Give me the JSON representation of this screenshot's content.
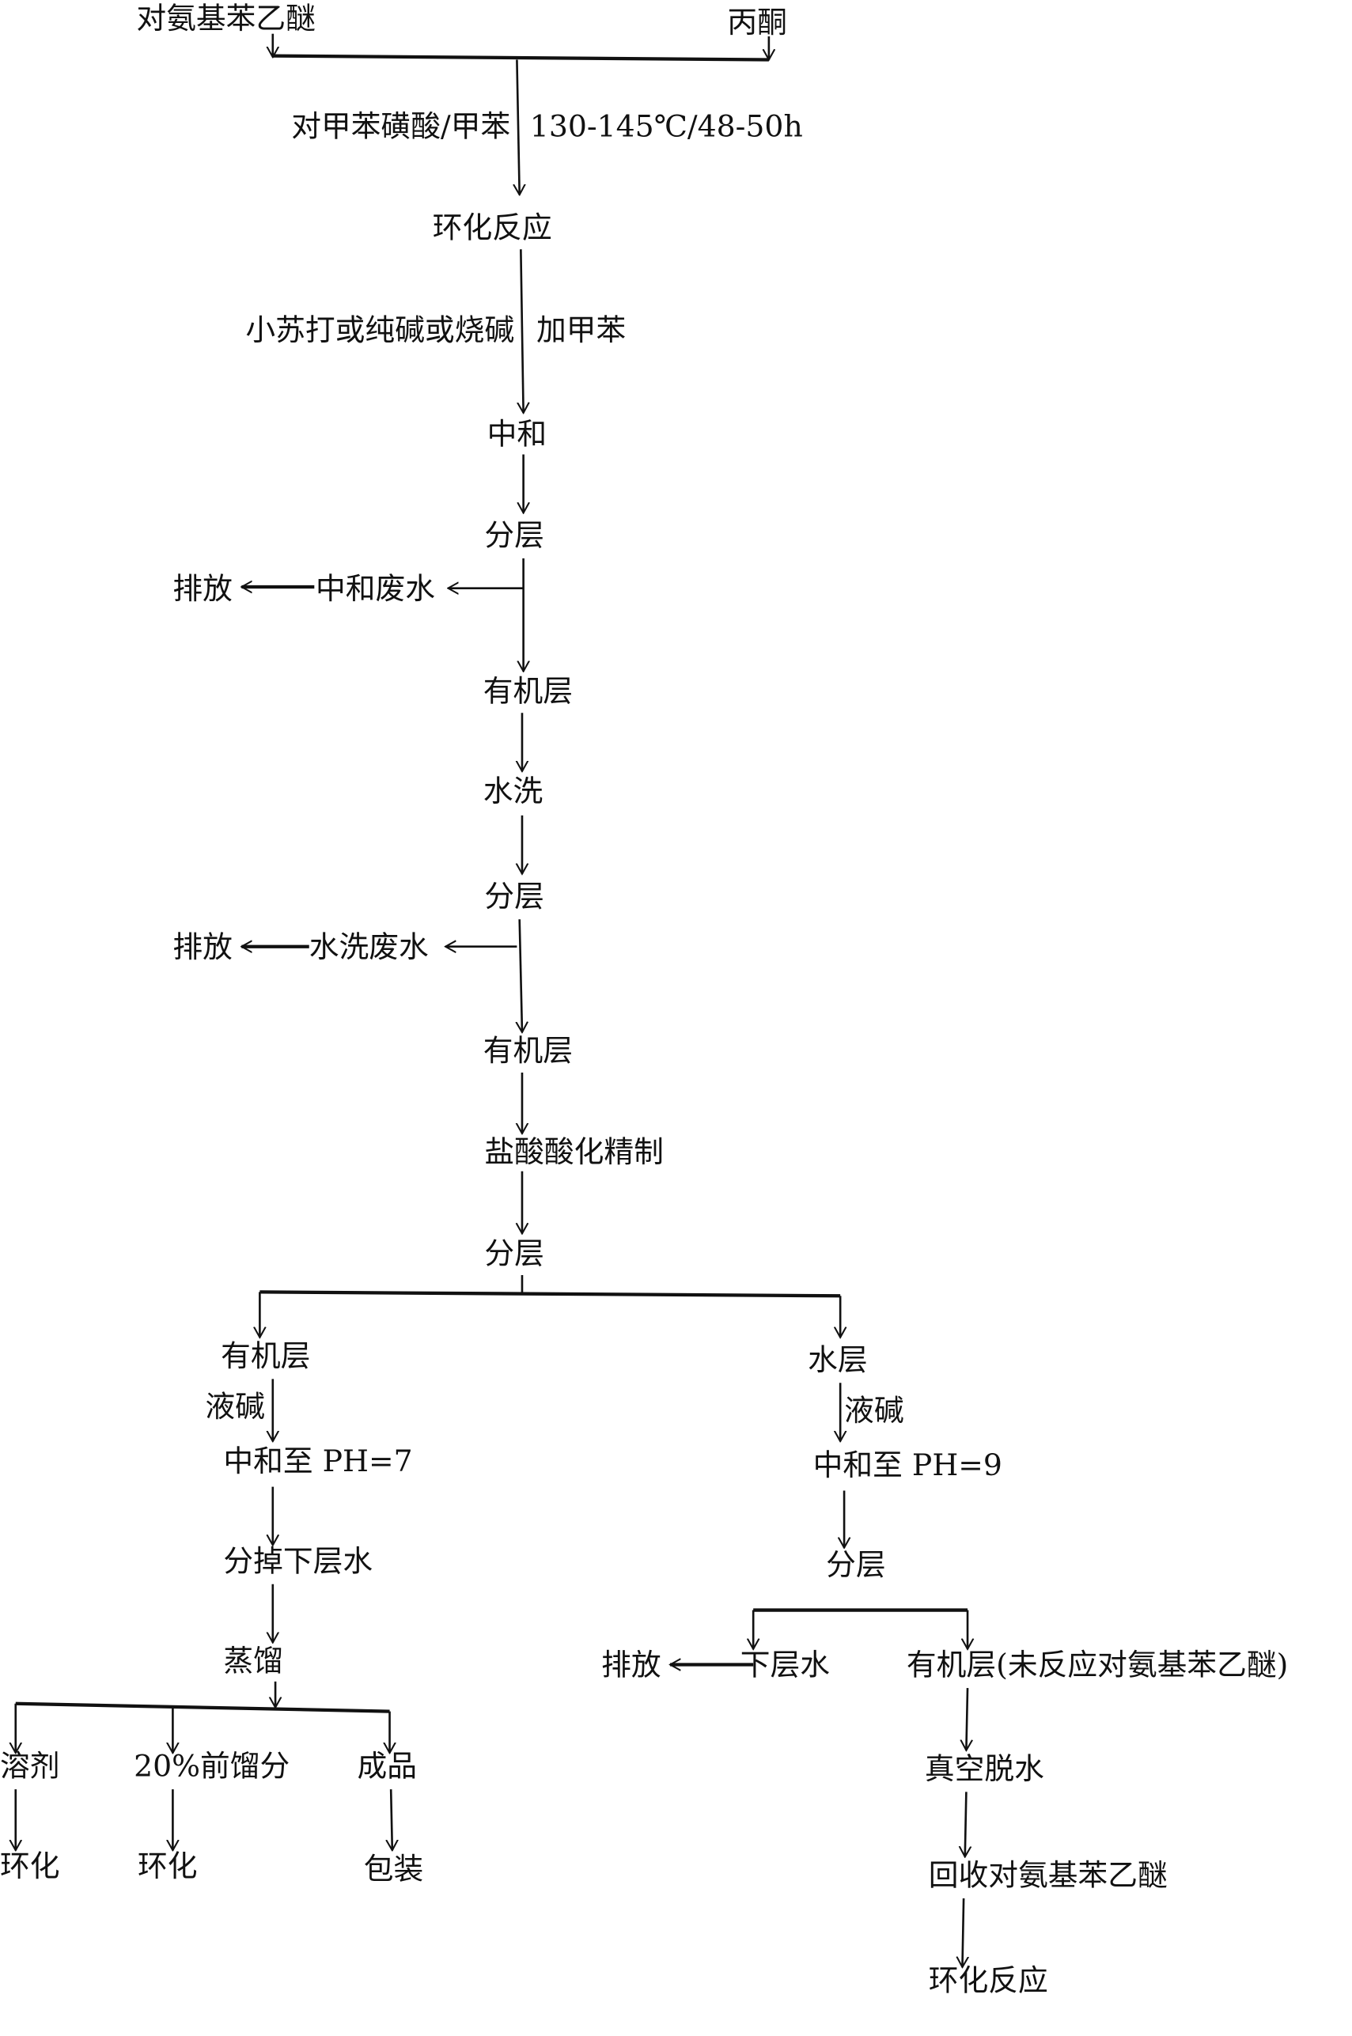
{
  "diagram": {
    "inputs": {
      "a": "对氨基苯乙醚",
      "b": "丙酮"
    },
    "cond1_left": "对甲苯磺酸/甲苯",
    "cond1_right": "130-145℃/48-50h",
    "cyclization": "环化反应",
    "cond2_left": "小苏打或纯碱或烧碱",
    "cond2_right": "加甲苯",
    "neutralize": "中和",
    "separate1": "分层",
    "waste1": "中和废水",
    "discharge1": "排放",
    "organic1": "有机层",
    "wash": "水洗",
    "separate2": "分层",
    "waste2": "水洗废水",
    "discharge2": "排放",
    "organic2": "有机层",
    "acidify": "盐酸酸化精制",
    "separate3": "分层",
    "left": {
      "organic": "有机层",
      "reagent": "液碱",
      "neutralize": "中和至 PH=7",
      "remove_water": "分掉下层水",
      "distill": "蒸馏",
      "outputs": [
        {
          "name": "溶剂",
          "next": "环化"
        },
        {
          "name": "20%前馏分",
          "next": "环化"
        },
        {
          "name": "成品",
          "next": "包装"
        }
      ]
    },
    "right": {
      "aqueous": "水层",
      "reagent": "液碱",
      "neutralize": "中和至 PH=9",
      "separate": "分层",
      "discharge": "排放",
      "lower_water": "下层水",
      "organic": "有机层(未反应对氨基苯乙醚)",
      "dehydrate": "真空脱水",
      "recover": "回收对氨基苯乙醚",
      "cyclization": "环化反应"
    }
  }
}
